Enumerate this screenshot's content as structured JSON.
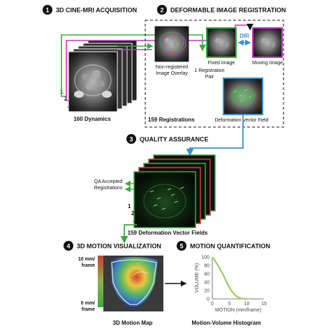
{
  "steps": [
    {
      "num": "1",
      "title": "3D CINE-MRI ACQUISITION"
    },
    {
      "num": "2",
      "title": "DEFORMABLE IMAGE REGISTRATION"
    },
    {
      "num": "3",
      "title": "QUALITY ASSURANCE"
    },
    {
      "num": "4",
      "title": "3D MOTION VISUALIZATION"
    },
    {
      "num": "5",
      "title": "MOTION QUANTIFICATION"
    }
  ],
  "acquisition": {
    "stack_numbers": [
      "1",
      "2",
      "..."
    ],
    "caption": "160 Dynamics"
  },
  "registration": {
    "overlay_label_1": "Non-registered",
    "overlay_label_2": "Image Overlay",
    "pair_label_1": "1 Registration",
    "pair_label_2": "Pair",
    "fixed_label": "Fixed Image",
    "moving_label": "Moving Image",
    "dir_label": "DIR",
    "dvf_label": "Deformation Vector Field",
    "count_caption": "159 Registrations"
  },
  "qa": {
    "accepted_1": "QA Accepted",
    "accepted_2": "Registrations",
    "stack_numbers": [
      "1",
      "2",
      "..."
    ],
    "caption": "159 Deformation Vector Fields"
  },
  "motion_map": {
    "top_label_1": "10 mm/",
    "top_label_2": "frame",
    "bottom_label_1": "0 mm/",
    "bottom_label_2": "frame",
    "caption": "3D Motion Map"
  },
  "chart_data": {
    "type": "line",
    "title": "",
    "xlabel": "MOTION (mm/frame)",
    "ylabel": "VOLUME (%)",
    "xlim": [
      0,
      15
    ],
    "ylim": [
      0,
      100
    ],
    "xticks": [
      0,
      5,
      10,
      15
    ],
    "yticks": [
      0,
      20,
      40,
      60,
      80,
      100
    ],
    "grid": false,
    "color": "#9ACD5A",
    "x": [
      0,
      0.5,
      1,
      1.5,
      2,
      2.5,
      3,
      3.5,
      4,
      4.5,
      5,
      5.5,
      6,
      6.5,
      7,
      7.5,
      8,
      8.5,
      9,
      10
    ],
    "y": [
      100,
      95,
      88,
      82,
      75,
      68,
      60,
      52,
      43,
      35,
      27,
      20,
      15,
      10,
      6,
      4,
      2,
      1,
      0.5,
      0
    ],
    "caption": "Motion-Volume Histogram"
  },
  "colors": {
    "green": "#3DAA3D",
    "magenta": "#CC33CC",
    "blue": "#3B8ED0",
    "red": "#D23B2E"
  }
}
